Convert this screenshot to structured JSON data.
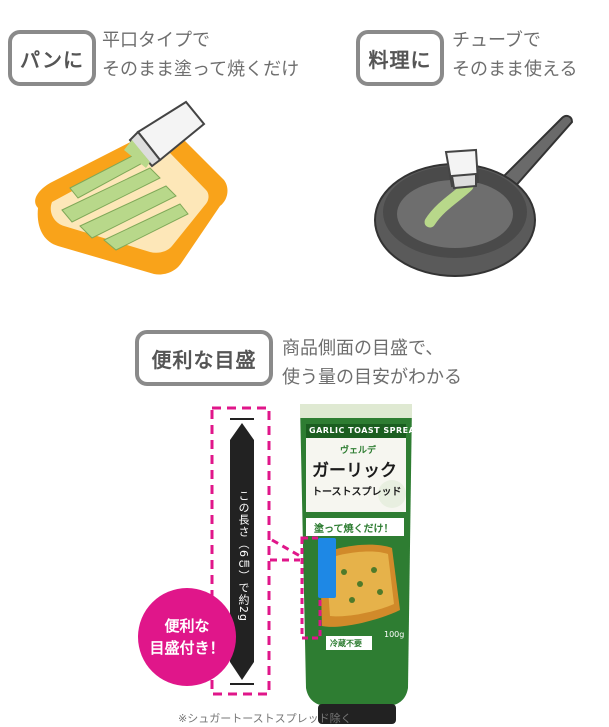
{
  "bread_section": {
    "badge": "パンに",
    "desc_line1": "平口タイプで",
    "desc_line2": "そのまま塗って焼くだけ"
  },
  "cooking_section": {
    "badge": "料理に",
    "desc_line1": "チューブで",
    "desc_line2": "そのまま使える"
  },
  "scale_section": {
    "badge": "便利な目盛",
    "desc_line1": "商品側面の目盛で、",
    "desc_line2": "使う量の目安がわかる",
    "scale_label": "この長さ（6㎝）で約2g",
    "callout_line1": "便利な",
    "callout_line2": "目盛付き！",
    "footnote": "※シュガートーストスプレッド除く"
  },
  "product": {
    "banner": "GARLIC TOAST SPREAD",
    "brand": "ヴェルデ",
    "name_line1": "ガーリック",
    "name_line2": "トーストスプレッド",
    "tagline": "塗って焼くだけ！",
    "weight": "100g",
    "storage": "冷蔵不要"
  },
  "colors": {
    "bread_crust": "#f9a31a",
    "bread_top": "#fde7b8",
    "spread_green": "#b8d88a",
    "pan_gray": "#6a6a6a",
    "tube_green": "#2e7d32",
    "magenta": "#e0168a"
  }
}
